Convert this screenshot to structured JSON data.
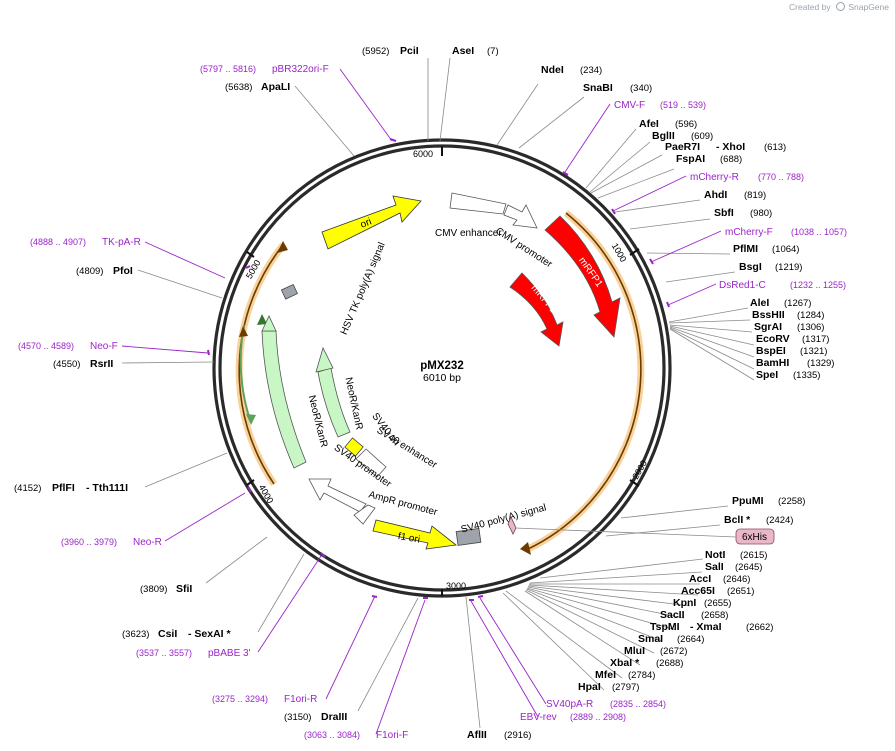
{
  "header": {
    "created_by": "Created by",
    "brand": "SnapGene"
  },
  "plasmid": {
    "name": "pMX232",
    "size": "6010 bp"
  },
  "ticks": [
    "1000",
    "2000",
    "3000",
    "4000",
    "5000",
    "6000"
  ],
  "features": [
    {
      "id": "ori",
      "label": "ori",
      "color": "#ffff00"
    },
    {
      "id": "cmv_enh",
      "label": "CMV enhancer",
      "color": "#ffffff"
    },
    {
      "id": "cmv_prom",
      "label": "CMV promoter",
      "color": "#ffffff"
    },
    {
      "id": "mrfp1_outer",
      "label": "mRFP1",
      "color": "#ff0000"
    },
    {
      "id": "mrfp1_inner",
      "label": "mRFP1",
      "color": "#ff0000"
    },
    {
      "id": "hsv_tk",
      "label": "HSV TK poly(A) signal",
      "color": "#9fa4ab"
    },
    {
      "id": "neor_outer",
      "label": "NeoR/KanR",
      "color": "#c8f7c5"
    },
    {
      "id": "neor_inner",
      "label": "NeoR/KanR",
      "color": "#c8f7c5"
    },
    {
      "id": "sv40_ori",
      "label": "SV40 ori",
      "color": "#ffff00"
    },
    {
      "id": "sv40_enh",
      "label": "SV40 enhancer",
      "color": "#ffffff"
    },
    {
      "id": "sv40_prom",
      "label": "SV40 promoter",
      "color": "#ffffff"
    },
    {
      "id": "ampr_prom",
      "label": "AmpR promoter",
      "color": "#ffffff"
    },
    {
      "id": "f1_ori",
      "label": "f1 ori",
      "color": "#ffff00"
    },
    {
      "id": "sv40_pa",
      "label": "SV40 poly(A) signal",
      "color": "#9fa4ab"
    },
    {
      "id": "his6",
      "label": "6xHis",
      "color": "#e8b7c8"
    }
  ],
  "sites": [
    {
      "name": "PciI",
      "pos": "(5952)"
    },
    {
      "name": "AseI",
      "pos": "(7)"
    },
    {
      "name": "NdeI",
      "pos": "(234)"
    },
    {
      "name": "SnaBI",
      "pos": "(340)"
    },
    {
      "name": "AfeI",
      "pos": "(596)"
    },
    {
      "name": "BglII",
      "pos": "(609)"
    },
    {
      "name": "PaeR7I",
      "pos": ""
    },
    {
      "name": "- XhoI",
      "pos": "(613)"
    },
    {
      "name": "FspAI",
      "pos": "(688)"
    },
    {
      "name": "AhdI",
      "pos": "(819)"
    },
    {
      "name": "SbfI",
      "pos": "(980)"
    },
    {
      "name": "PflMI",
      "pos": "(1064)"
    },
    {
      "name": "BsgI",
      "pos": "(1219)"
    },
    {
      "name": "AleI",
      "pos": "(1267)"
    },
    {
      "name": "BssHII",
      "pos": "(1284)"
    },
    {
      "name": "SgrAI",
      "pos": "(1306)"
    },
    {
      "name": "EcoRV",
      "pos": "(1317)"
    },
    {
      "name": "BspEI",
      "pos": "(1321)"
    },
    {
      "name": "BamHI",
      "pos": "(1329)"
    },
    {
      "name": "SpeI",
      "pos": "(1335)"
    },
    {
      "name": "PpuMI",
      "pos": "(2258)"
    },
    {
      "name": "BclI *",
      "pos": "(2424)"
    },
    {
      "name": "NotI",
      "pos": "(2615)"
    },
    {
      "name": "SalI",
      "pos": "(2645)"
    },
    {
      "name": "AccI",
      "pos": "(2646)"
    },
    {
      "name": "Acc65I",
      "pos": "(2651)"
    },
    {
      "name": "KpnI",
      "pos": "(2655)"
    },
    {
      "name": "SacII",
      "pos": "(2658)"
    },
    {
      "name": "TspMI",
      "pos": ""
    },
    {
      "name": "- XmaI",
      "pos": "(2662)"
    },
    {
      "name": "SmaI",
      "pos": "(2664)"
    },
    {
      "name": "MluI",
      "pos": "(2672)"
    },
    {
      "name": "XbaI *",
      "pos": "(2688)"
    },
    {
      "name": "MfeI",
      "pos": "(2784)"
    },
    {
      "name": "HpaI",
      "pos": "(2797)"
    },
    {
      "name": "AflII",
      "pos": "(2916)"
    },
    {
      "name": "DraIII",
      "pos": "(3150)"
    },
    {
      "name": "CsiI",
      "pos": "(3623)"
    },
    {
      "name": "- SexAI *",
      "pos": ""
    },
    {
      "name": "SfiI",
      "pos": "(3809)"
    },
    {
      "name": "PflFI",
      "pos": "(4152)"
    },
    {
      "name": "- Tth111I",
      "pos": ""
    },
    {
      "name": "RsrII",
      "pos": "(4550)"
    },
    {
      "name": "PfoI",
      "pos": "(4809)"
    },
    {
      "name": "ApaLI",
      "pos": "(5638)"
    }
  ],
  "primers": [
    {
      "name": "pBR322ori-F",
      "range": "(5797 .. 5816)"
    },
    {
      "name": "CMV-F",
      "range": "(519 .. 539)"
    },
    {
      "name": "mCherry-R",
      "range": "(770 .. 788)"
    },
    {
      "name": "mCherry-F",
      "range": "(1038 .. 1057)"
    },
    {
      "name": "DsRed1-C",
      "range": "(1232 .. 1255)"
    },
    {
      "name": "TK-pA-R",
      "range": "(4888 .. 4907)"
    },
    {
      "name": "Neo-F",
      "range": "(4570 .. 4589)"
    },
    {
      "name": "Neo-R",
      "range": "(3960 .. 3979)"
    },
    {
      "name": "pBABE 3'",
      "range": "(3537 .. 3557)"
    },
    {
      "name": "F1ori-R",
      "range": "(3275 .. 3294)"
    },
    {
      "name": "F1ori-F",
      "range": "(3063 .. 3084)"
    },
    {
      "name": "EBV-rev",
      "range": "(2889 .. 2908)"
    },
    {
      "name": "SV40pA-R",
      "range": "(2835 .. 2854)"
    }
  ]
}
